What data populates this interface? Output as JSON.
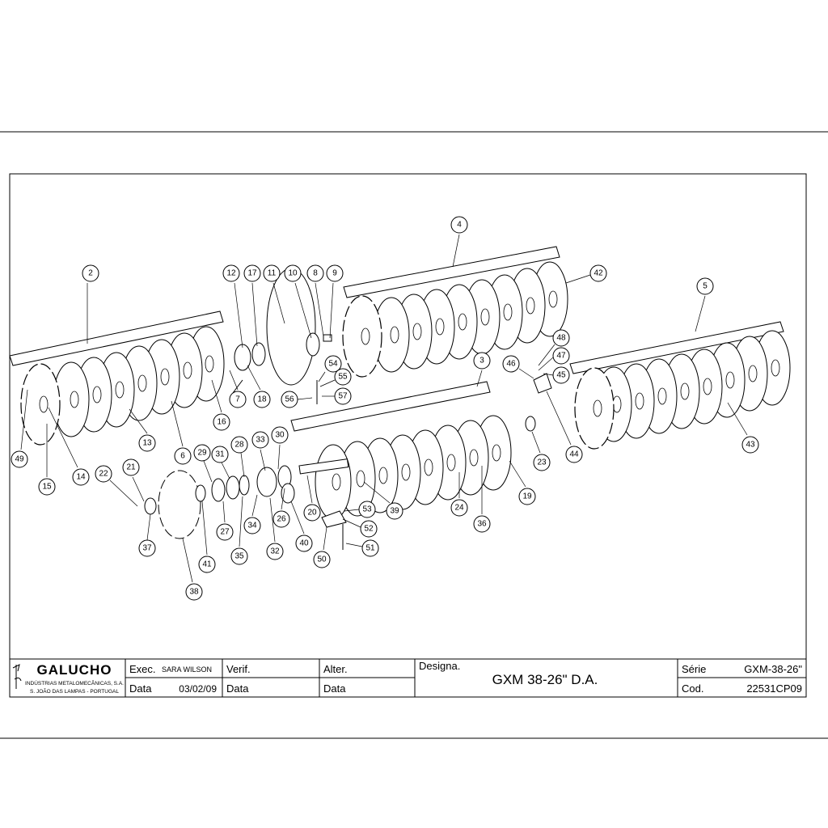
{
  "drawing": {
    "parts": [
      "2",
      "12",
      "17",
      "11",
      "10",
      "8",
      "9",
      "4",
      "42",
      "5",
      "3",
      "7",
      "18",
      "16",
      "13",
      "6",
      "14",
      "15",
      "49",
      "54",
      "55",
      "56",
      "57",
      "48",
      "47",
      "46",
      "45",
      "44",
      "43",
      "23",
      "19",
      "36",
      "24",
      "39",
      "20",
      "33",
      "30",
      "28",
      "29",
      "31",
      "26",
      "27",
      "34",
      "35",
      "32",
      "40",
      "53",
      "52",
      "51",
      "50",
      "22",
      "21",
      "37",
      "38",
      "41"
    ]
  },
  "title_block": {
    "company": {
      "name": "GALUCHO",
      "line1": "INDÚSTRIAS METALOMECÂNICAS, S.A.",
      "line2": "S. JOÃO DAS LAMPAS - PORTUGAL"
    },
    "exec_label": "Exec.",
    "exec_value": "SARA WILSON",
    "date_label_1": "Data",
    "date_value_1": "03/02/09",
    "verif_label": "Verif.",
    "date_label_2": "Data",
    "alter_label": "Alter.",
    "date_label_3": "Data",
    "designa_label": "Designa.",
    "designa_value": "GXM 38-26\" D.A.",
    "serie_label": "Série",
    "serie_value": "GXM-38-26\"",
    "cod_label": "Cod.",
    "cod_value": "22531CP09"
  }
}
